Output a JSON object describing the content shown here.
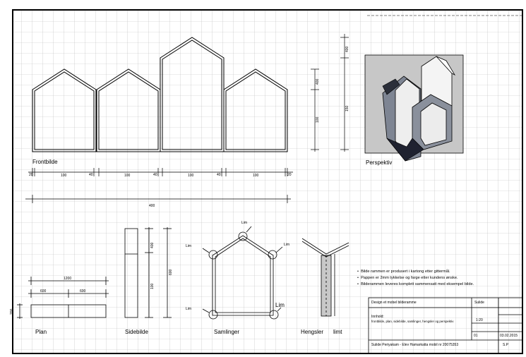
{
  "views": {
    "front": "Frontbilde",
    "perspective": "Perspektiv",
    "plan": "Plan",
    "side": "Sidebilde",
    "assembly": "Samlinger",
    "hinges": "Hengsler",
    "glued": "limt"
  },
  "dims": {
    "front_segments": [
      "20",
      "100",
      "40",
      "100",
      "40",
      "100",
      "40",
      "100",
      "20"
    ],
    "front_total": "400",
    "right_v1": "400",
    "right_v2": "150",
    "left_v1": "400",
    "left_v2": "100",
    "plan_total": "1200",
    "plan_half_a": "600",
    "plan_half_b": "600",
    "plan_depth": "200",
    "side_v1": "400",
    "side_v2": "100",
    "side_total": "600"
  },
  "lim_labels": [
    "Lim",
    "Lim",
    "Lim",
    "Lim",
    "Lim"
  ],
  "notes": [
    "Bilde rammen er produsert i kartong etter gittermål.",
    "Pappen er 2mm tykkelse og farge etter kundens ønske.",
    "Bilderammen leveres komplett sammensatt med eksempel bilde."
  ],
  "titleblock": {
    "title": "Design et mobel bilderamme",
    "page_label": "Sulide",
    "content_heading": "Innhold:",
    "content_text": "frontbilde, plan, sidebilde, samlinger, hengsler og perspektiv",
    "scale": "1:20",
    "sheet_no": "01",
    "date": "03.02.2015",
    "student": "Sulide Periyakam - Elev Hamarkatta mobil nr 20075353",
    "class_code": "S.P"
  }
}
